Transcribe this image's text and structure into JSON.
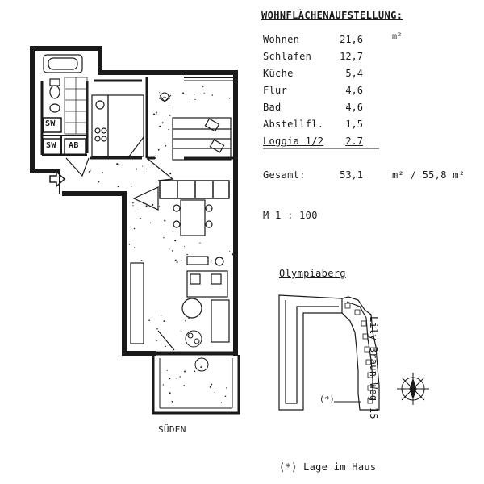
{
  "area_table": {
    "title": "WOHNFLÄCHENAUFSTELLUNG:",
    "rows": [
      {
        "label": "Wohnen",
        "value": "21,6",
        "unit": "m²"
      },
      {
        "label": "Schlafen",
        "value": "12,7"
      },
      {
        "label": "Küche",
        "value": "5,4"
      },
      {
        "label": "Flur",
        "value": "4,6"
      },
      {
        "label": "Bad",
        "value": "4,6"
      },
      {
        "label": "Abstellfl.",
        "value": "1,5"
      },
      {
        "label": "Loggia 1/2",
        "value": "2.7"
      }
    ],
    "total_label": "Gesamt:",
    "total_value": "53,1",
    "total_units": "m² / 55,8 m²"
  },
  "scale": "M 1 : 100",
  "site_plan": {
    "title": "Olympiaberg",
    "street": "Lily-Braun-Weg 15",
    "marker": "(*)"
  },
  "plan_labels": {
    "sw1": "SW",
    "sw2": "SW",
    "ab": "AB",
    "orientation": "SÜDEN"
  },
  "footnote": "(*) Lage im Haus"
}
